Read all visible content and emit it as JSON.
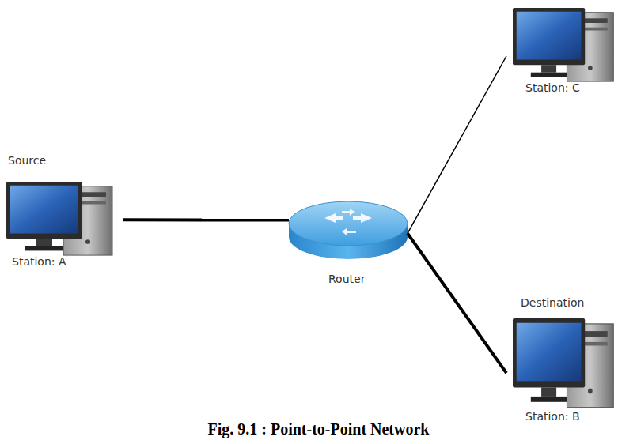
{
  "diagram": {
    "caption": "Fig. 9.1 : Point-to-Point Network",
    "nodes": [
      {
        "text": [
          "Source",
          "Station: A"
        ]
      },
      {
        "text": [
          "Router"
        ]
      },
      {
        "text": [
          "Station: C"
        ]
      },
      {
        "text": [
          "Destination",
          "Station: B"
        ]
      }
    ],
    "edges": [
      {
        "from": 0,
        "to": 1,
        "arrow": "none"
      },
      {
        "from": 1,
        "to": 2,
        "arrow": "none"
      },
      {
        "from": 1,
        "to": 3,
        "arrow": "none"
      }
    ]
  }
}
